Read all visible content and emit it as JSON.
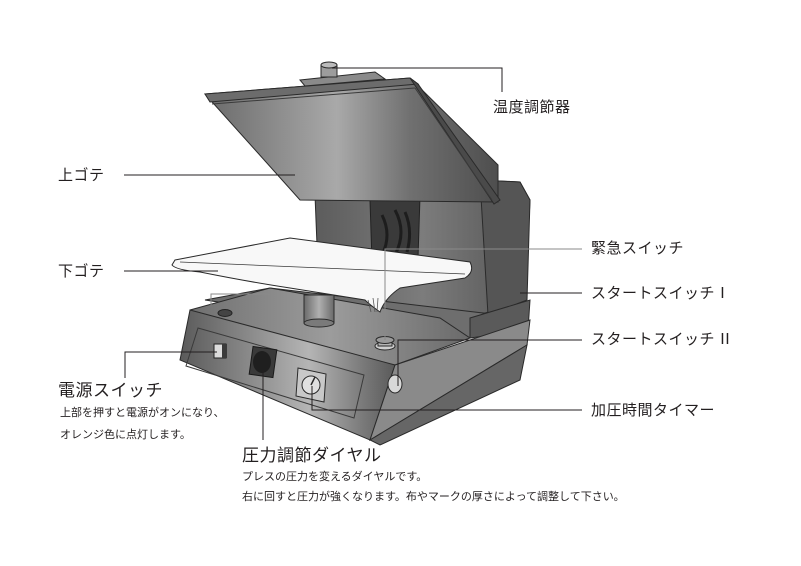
{
  "colors": {
    "body_dark": "#4a4a4a",
    "body_mid": "#6e6e6e",
    "body_light": "#a8a8a8",
    "platen_white": "#f7f7f7",
    "line": "#231f20",
    "leader_light": "#9a9a9a",
    "background": "#ffffff"
  },
  "labels": {
    "temperature_control": "温度調節器",
    "upper_plate": "上ゴテ",
    "lower_plate": "下ゴテ",
    "emergency_switch": "緊急スイッチ",
    "start_switch_1": "スタートスイッチ I",
    "start_switch_2": "スタートスイッチ II",
    "pressure_timer": "加圧時間タイマー",
    "power_switch": {
      "title": "電源スイッチ",
      "desc_line1": "上部を押すと電源がオンになり、",
      "desc_line2": "オレンジ色に点灯します。"
    },
    "pressure_dial": {
      "title": "圧力調節ダイヤル",
      "desc_line1": "プレスの圧力を変えるダイヤルです。",
      "desc_line2": "右に回すと圧力が強くなります。布やマークの厚さによって調整して下さい。"
    }
  }
}
